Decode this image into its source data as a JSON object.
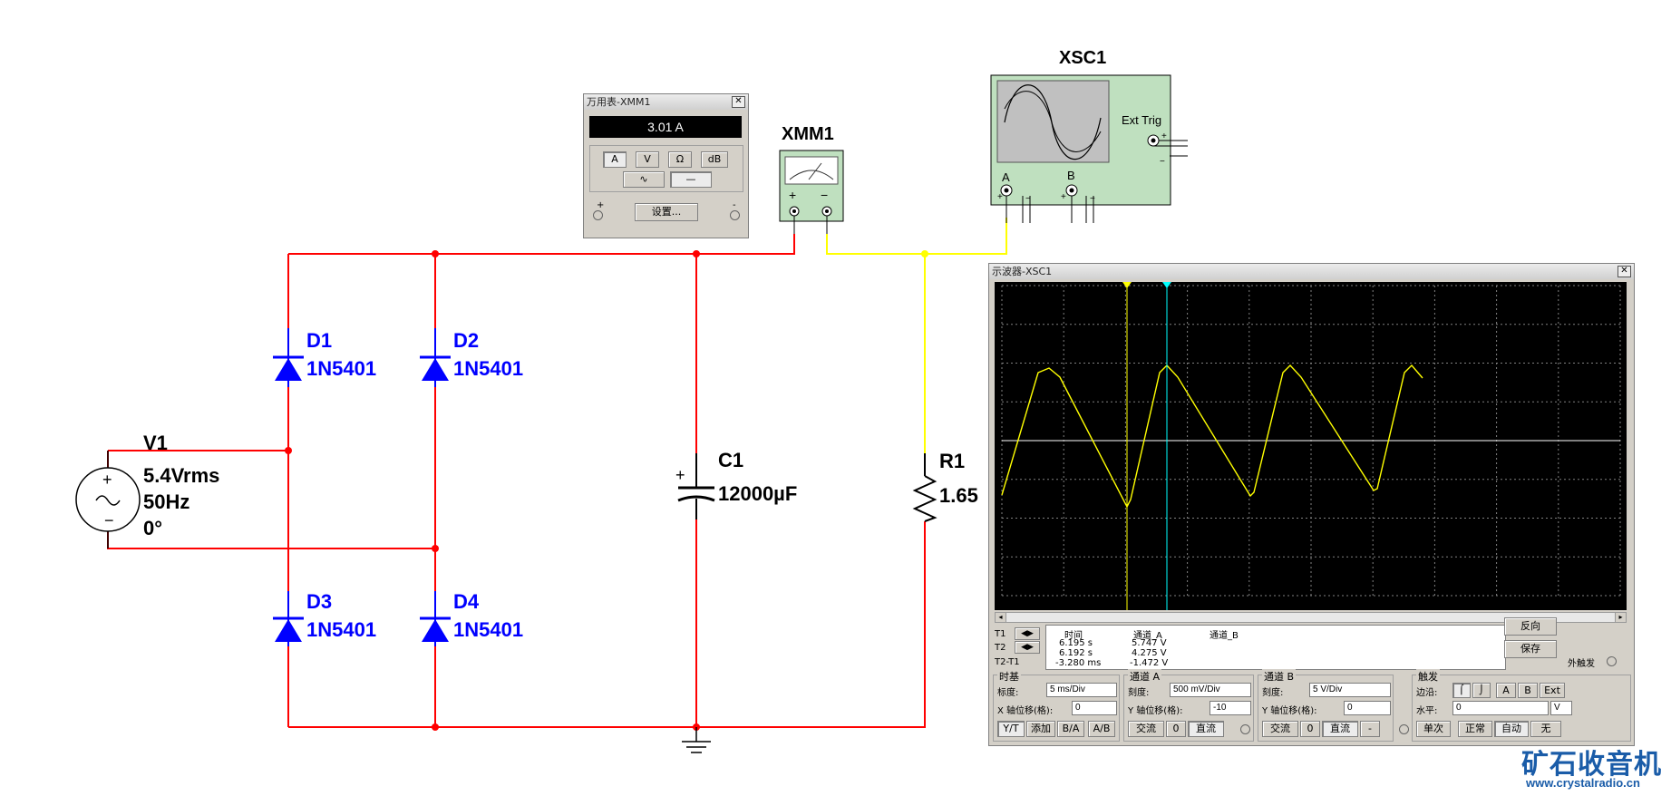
{
  "circuit": {
    "source": {
      "ref": "V1",
      "voltage": "5.4Vrms",
      "freq": "50Hz",
      "phase": "0°"
    },
    "diodes": [
      {
        "ref": "D1",
        "model": "1N5401"
      },
      {
        "ref": "D2",
        "model": "1N5401"
      },
      {
        "ref": "D3",
        "model": "1N5401"
      },
      {
        "ref": "D4",
        "model": "1N5401"
      }
    ],
    "capacitor": {
      "ref": "C1",
      "value": "12000µF"
    },
    "resistor": {
      "ref": "R1",
      "value": "1.65"
    },
    "multimeter_ref": "XMM1",
    "scope_ref": "XSC1",
    "scope_ext_trig": "Ext Trig",
    "scope_ch_a": "A",
    "scope_ch_b": "B",
    "colors": {
      "wire_red": "#ff0000",
      "wire_yellow": "#ffff00",
      "component_blue": "#0000ff"
    }
  },
  "multimeter_window": {
    "title": "万用表-XMM1",
    "reading": "3.01 A",
    "mode_buttons": [
      "A",
      "V",
      "Ω",
      "dB"
    ],
    "settings_button": "设置...",
    "plus": "+",
    "minus": "-"
  },
  "scope_window": {
    "title": "示波器-XSC1",
    "cursor_rows": {
      "headers": [
        "时间",
        "通道_A",
        "通道_B"
      ],
      "T1": {
        "label": "T1",
        "time": "6.195 s",
        "a": "5.747 V",
        "b": ""
      },
      "T2": {
        "label": "T2",
        "time": "6.192 s",
        "a": "4.275 V",
        "b": ""
      },
      "T2-T1": {
        "label": "T2-T1",
        "time": "-3.280 ms",
        "a": "-1.472 V",
        "b": ""
      }
    },
    "reverse_button": "反向",
    "save_button": "保存",
    "ext_trigger_label": "外触发",
    "timebase": {
      "group": "时基",
      "scale_label": "标度:",
      "scale": "5 ms/Div",
      "xpos_label": "X 轴位移(格):",
      "xpos": "0",
      "buttons": [
        "Y/T",
        "添加",
        "B/A",
        "A/B"
      ]
    },
    "channel_a": {
      "group": "通道 A",
      "scale_label": "刻度:",
      "scale": "500 mV/Div",
      "ypos_label": "Y 轴位移(格):",
      "ypos": "-10",
      "buttons": [
        "交流",
        "0",
        "直流"
      ]
    },
    "channel_b": {
      "group": "通道 B",
      "scale_label": "刻度:",
      "scale": "5  V/Div",
      "ypos_label": "Y 轴位移(格):",
      "ypos": "0",
      "buttons": [
        "交流",
        "0",
        "直流",
        "-"
      ]
    },
    "trigger": {
      "group": "触发",
      "edge_label": "边沿:",
      "level_label": "水平:",
      "level": "0",
      "level_unit": "V",
      "source_buttons": [
        "A",
        "B",
        "Ext"
      ],
      "mode_buttons": [
        "单次",
        "正常",
        "自动",
        "无"
      ]
    },
    "waveform_color": "#ffff00",
    "cursor_colors": {
      "t1": "#ffff00",
      "t2": "#00ffff"
    }
  },
  "watermark": {
    "name": "矿石收音机",
    "url": "www.crystalradio.cn"
  }
}
